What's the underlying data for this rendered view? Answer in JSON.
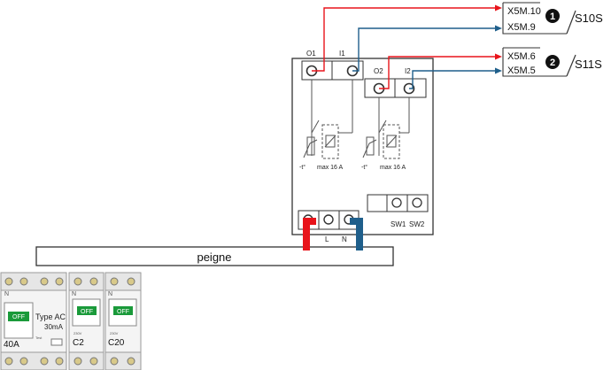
{
  "terminals_top": {
    "o1": "O1",
    "i1": "I1",
    "o2": "O2",
    "i2": "I2"
  },
  "channel_labels": {
    "ch1_ptc": "-t°",
    "ch1_rating": "max 16 A",
    "ch2_ptc": "-t°",
    "ch2_rating": "max 16 A"
  },
  "switches": {
    "sw1": "SW1",
    "sw2": "SW2"
  },
  "bottom_terminals": {
    "l": "L",
    "n": "N"
  },
  "outputs": [
    {
      "badge": "1",
      "top_term": "X5M.10",
      "bottom_term": "X5M.9",
      "name": "S10S"
    },
    {
      "badge": "2",
      "top_term": "X5M.6",
      "bottom_term": "X5M.5",
      "name": "S11S"
    }
  ],
  "busbar": {
    "label": "peigne"
  },
  "breakers": {
    "rcd": {
      "off": "OFF",
      "type_line1": "Type AC",
      "type_line2": "30mA",
      "test": "Test",
      "rating": "40A",
      "n_label": "N"
    },
    "c2": {
      "off": "OFF",
      "volt": "230V",
      "rating": "C2",
      "n_label": "N"
    },
    "c20": {
      "off": "OFF",
      "volt": "230V",
      "rating": "C20",
      "n_label": "N"
    }
  },
  "colors": {
    "live": "#e8141b",
    "neutral": "#1f5f8b",
    "line": "#333333",
    "breaker_green": "#1a9a3a"
  }
}
